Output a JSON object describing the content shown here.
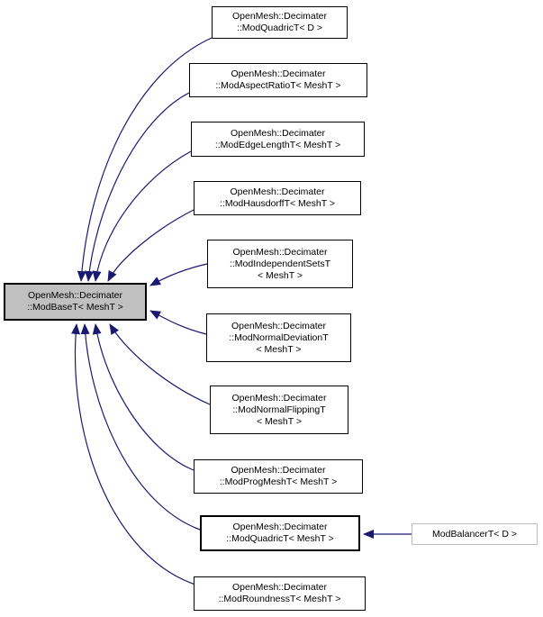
{
  "diagram": {
    "type": "inheritance-graph",
    "background_color": "#ffffff",
    "edge_color": "#191970",
    "node_border_color": "#000000",
    "external_node_border_color": "#bebebe",
    "base_node_fill": "#c0c0c0",
    "nodes": {
      "modbaset": {
        "line1": "OpenMesh::Decimater",
        "line2": "::ModBaseT< MeshT >"
      },
      "modquadrict_d": {
        "line1": "OpenMesh::Decimater",
        "line2": "::ModQuadricT< D >"
      },
      "modaspectratiot": {
        "line1": "OpenMesh::Decimater",
        "line2": "::ModAspectRatioT< MeshT >"
      },
      "modedgelengtht": {
        "line1": "OpenMesh::Decimater",
        "line2": "::ModEdgeLengthT< MeshT >"
      },
      "modhausdorfft": {
        "line1": "OpenMesh::Decimater",
        "line2": "::ModHausdorffT< MeshT >"
      },
      "modindependentsetst": {
        "line1": "OpenMesh::Decimater",
        "line2": "::ModIndependentSetsT",
        "line3": "< MeshT >"
      },
      "modnormaldeviationt": {
        "line1": "OpenMesh::Decimater",
        "line2": "::ModNormalDeviationT",
        "line3": "< MeshT >"
      },
      "modnormalflippingt": {
        "line1": "OpenMesh::Decimater",
        "line2": "::ModNormalFlippingT",
        "line3": "< MeshT >"
      },
      "modprogmesht": {
        "line1": "OpenMesh::Decimater",
        "line2": "::ModProgMeshT< MeshT >"
      },
      "modquadrict_mesht": {
        "line1": "OpenMesh::Decimater",
        "line2": "::ModQuadricT< MeshT >"
      },
      "modroundnesst": {
        "line1": "OpenMesh::Decimater",
        "line2": "::ModRoundnessT< MeshT >"
      },
      "modbalancert": {
        "line1": "ModBalancerT< D >"
      }
    },
    "edges": [
      {
        "from": "modquadrict_d",
        "to": "modbaset"
      },
      {
        "from": "modaspectratiot",
        "to": "modbaset"
      },
      {
        "from": "modedgelengtht",
        "to": "modbaset"
      },
      {
        "from": "modhausdorfft",
        "to": "modbaset"
      },
      {
        "from": "modindependentsetst",
        "to": "modbaset"
      },
      {
        "from": "modnormaldeviationt",
        "to": "modbaset"
      },
      {
        "from": "modnormalflippingt",
        "to": "modbaset"
      },
      {
        "from": "modprogmesht",
        "to": "modbaset"
      },
      {
        "from": "modquadrict_mesht",
        "to": "modbaset"
      },
      {
        "from": "modroundnesst",
        "to": "modbaset"
      },
      {
        "from": "modbalancert",
        "to": "modquadrict_mesht"
      }
    ]
  }
}
